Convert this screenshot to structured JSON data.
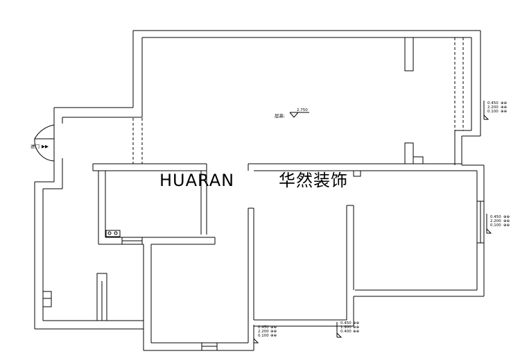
{
  "entrance": {
    "label": "进门",
    "arrows": "▶▶"
  },
  "ceiling": {
    "label": "层高:",
    "value": "2.750"
  },
  "watermark": {
    "latin": "HUARAN",
    "chinese": "华然装饰"
  },
  "level_marks": [
    {
      "id": "balcony-right",
      "values": [
        "0.450",
        "2.200",
        "0.100"
      ],
      "suffix": "⊕⊕"
    },
    {
      "id": "bedroom-right",
      "values": [
        "0.450",
        "2.200",
        "0.100"
      ],
      "suffix": "⊕⊕"
    },
    {
      "id": "bottom-left",
      "values": [
        "0.450",
        "2.200",
        "0.100"
      ],
      "suffix": "⊕⊕"
    },
    {
      "id": "bottom-mid",
      "values": [
        "0.450",
        "1.900",
        "0.400"
      ],
      "suffix": "⊕⊕"
    }
  ]
}
